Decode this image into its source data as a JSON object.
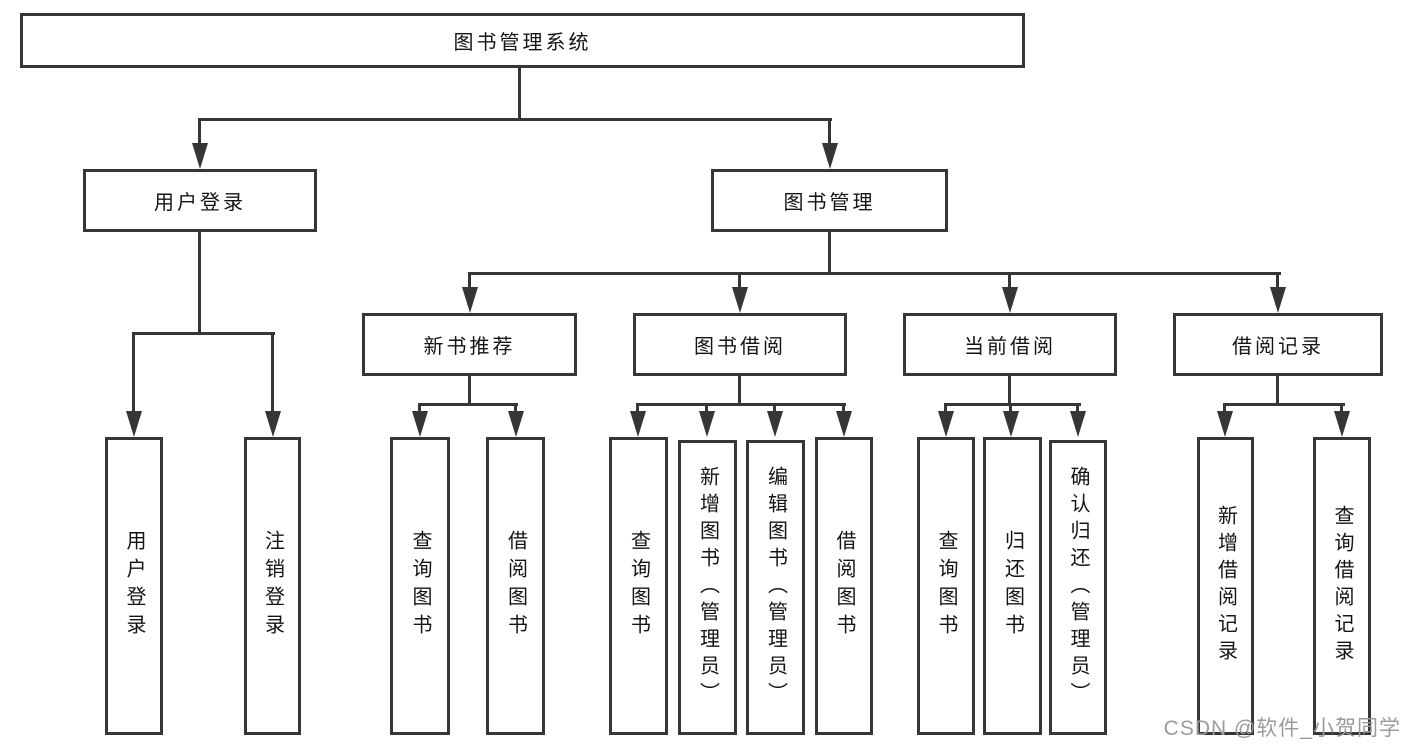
{
  "diagram": {
    "root": {
      "label": "图书管理系统"
    },
    "branches": [
      {
        "label": "用户登录",
        "children": [
          {
            "label": "用户登录"
          },
          {
            "label": "注销登录"
          }
        ]
      },
      {
        "label": "图书管理",
        "children": [
          {
            "label": "新书推荐",
            "children": [
              {
                "label": "查询图书"
              },
              {
                "label": "借阅图书"
              }
            ]
          },
          {
            "label": "图书借阅",
            "children": [
              {
                "label": "查询图书"
              },
              {
                "label": "新增图书（管理员）"
              },
              {
                "label": "编辑图书（管理员）"
              },
              {
                "label": "借阅图书"
              }
            ]
          },
          {
            "label": "当前借阅",
            "children": [
              {
                "label": "查询图书"
              },
              {
                "label": "归还图书"
              },
              {
                "label": "确认归还（管理员）"
              }
            ]
          },
          {
            "label": "借阅记录",
            "children": [
              {
                "label": "新增借阅记录"
              },
              {
                "label": "查询借阅记录"
              }
            ]
          }
        ]
      }
    ]
  },
  "colors": {
    "line": "#363636",
    "text": "#141414",
    "watermark": "#9b9b9b",
    "background": "#ffffff"
  },
  "watermark": {
    "text": "CSDN @软件_小贺同学"
  }
}
